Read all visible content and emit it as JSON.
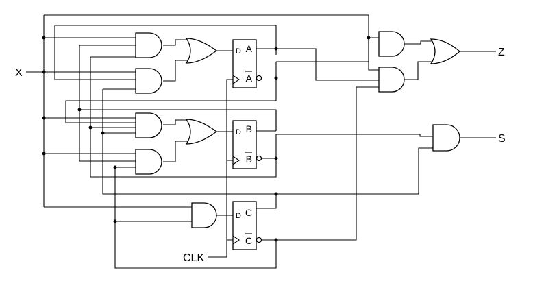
{
  "inputs": {
    "x": "X",
    "clk": "CLK"
  },
  "outputs": {
    "z": "Z",
    "s": "S"
  },
  "flipflops": [
    {
      "d": "D",
      "q": "A",
      "qbar": "A"
    },
    {
      "d": "D",
      "q": "B",
      "qbar": "B"
    },
    {
      "d": "D",
      "q": "C",
      "qbar": "C"
    }
  ]
}
